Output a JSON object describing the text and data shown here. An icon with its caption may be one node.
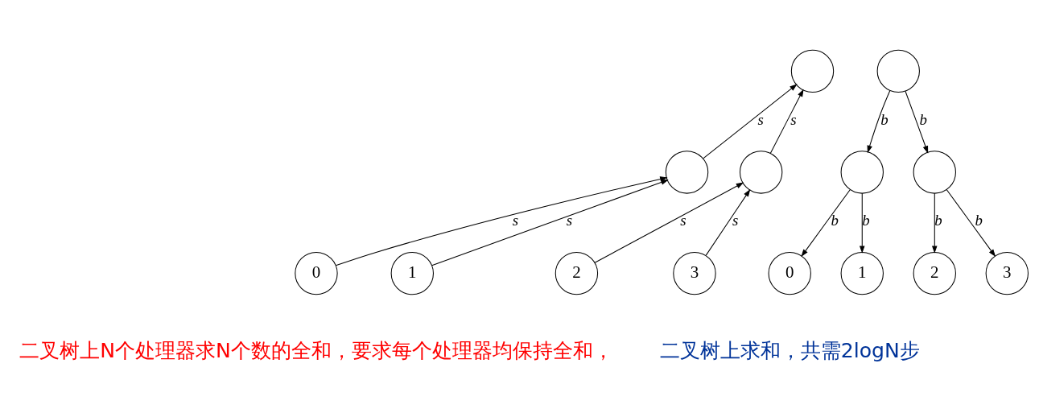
{
  "diagram": {
    "nodes": [
      {
        "text": [],
        "shape": "circle"
      },
      {
        "text": [],
        "shape": "circle"
      },
      {
        "text": [],
        "shape": "circle"
      },
      {
        "text": [
          "0"
        ]
      },
      {
        "text": [
          "1"
        ]
      },
      {
        "text": [
          "2"
        ]
      },
      {
        "text": [
          "3"
        ]
      },
      {
        "text": [],
        "shape": "circle"
      },
      {
        "text": [],
        "shape": "circle"
      },
      {
        "text": [],
        "shape": "circle"
      },
      {
        "text": [
          "0"
        ]
      },
      {
        "text": [
          "1"
        ]
      },
      {
        "text": [
          "2"
        ]
      },
      {
        "text": [
          "3"
        ]
      }
    ],
    "edges": [
      {
        "from": 1,
        "to": 0,
        "arrow": "to",
        "label": "s"
      },
      {
        "from": 2,
        "to": 0,
        "arrow": "to",
        "label": "s"
      },
      {
        "from": 3,
        "to": 1,
        "arrow": "to",
        "label": "s"
      },
      {
        "from": 4,
        "to": 1,
        "arrow": "to",
        "label": "s"
      },
      {
        "from": 5,
        "to": 2,
        "arrow": "to",
        "label": "s"
      },
      {
        "from": 6,
        "to": 2,
        "arrow": "to",
        "label": "s"
      },
      {
        "from": 7,
        "to": 8,
        "arrow": "to",
        "label": "b"
      },
      {
        "from": 7,
        "to": 9,
        "arrow": "to",
        "label": "b"
      },
      {
        "from": 8,
        "to": 10,
        "arrow": "to",
        "label": "b"
      },
      {
        "from": 8,
        "to": 11,
        "arrow": "to",
        "label": "b"
      },
      {
        "from": 9,
        "to": 12,
        "arrow": "to",
        "label": "b"
      },
      {
        "from": 9,
        "to": 13,
        "arrow": "to",
        "label": "b"
      }
    ],
    "labels": [
      "二叉树上N个处理器求N个数的全和，要求每个处理器均保持全和，",
      "二叉树上求和，共需2logN步"
    ]
  }
}
